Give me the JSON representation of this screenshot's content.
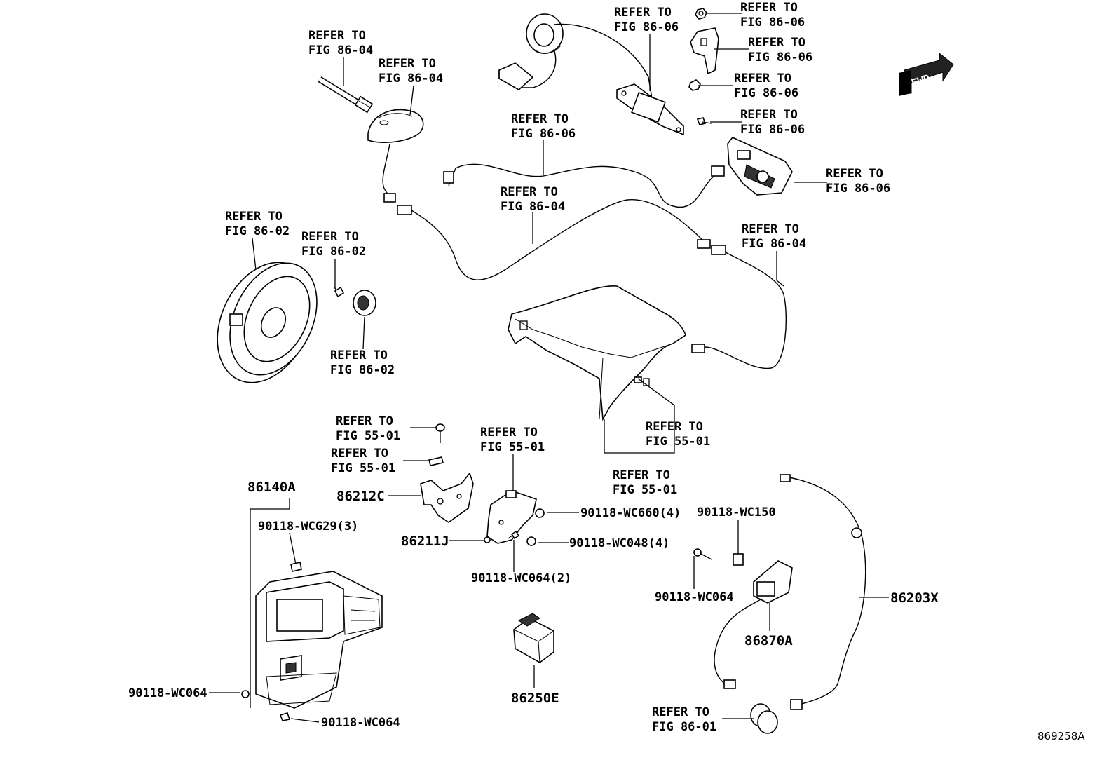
{
  "diagram_id": "869258A",
  "fwd_badge": "FWD",
  "refs": {
    "fig8604a": [
      "REFER TO",
      "FIG 86-04"
    ],
    "fig8604b": [
      "REFER TO",
      "FIG 86-04"
    ],
    "fig8606_mic": [
      "REFER TO",
      "FIG 86-06"
    ],
    "fig8606_nut": [
      "REFER TO",
      "FIG 86-06"
    ],
    "fig8606_brk": [
      "REFER TO",
      "FIG 86-06"
    ],
    "fig8606_clip": [
      "REFER TO",
      "FIG 86-06"
    ],
    "fig8606_bolt": [
      "REFER TO",
      "FIG 86-06"
    ],
    "fig8606_wire": [
      "REFER TO",
      "FIG 86-06"
    ],
    "fig8606_cam": [
      "REFER TO",
      "FIG 86-06"
    ],
    "fig8604_cord": [
      "REFER TO",
      "FIG 86-04"
    ],
    "fig8604_right": [
      "REFER TO",
      "FIG 86-04"
    ],
    "fig8602_spk": [
      "REFER TO",
      "FIG 86-02"
    ],
    "fig8602_scr": [
      "REFER TO",
      "FIG 86-02"
    ],
    "fig8602_tw": [
      "REFER TO",
      "FIG 86-02"
    ],
    "fig5501_a": [
      "REFER TO",
      "FIG 55-01"
    ],
    "fig5501_b": [
      "REFER TO",
      "FIG 55-01"
    ],
    "fig5501_c": [
      "REFER TO",
      "FIG 55-01"
    ],
    "fig5501_d": [
      "REFER TO",
      "FIG 55-01"
    ],
    "fig5501_e": [
      "REFER TO",
      "FIG 55-01"
    ],
    "fig8601": [
      "REFER TO",
      "FIG 86-01"
    ]
  },
  "parts": {
    "p86140A": "86140A",
    "p86212C": "86212C",
    "p86211J": "86211J",
    "p86250E": "86250E",
    "p86870A": "86870A",
    "p86203X": "86203X",
    "wcg29": "90118-WCG29(3)",
    "wc660": "90118-WC660(4)",
    "wc048": "90118-WC048(4)",
    "wc064_2": "90118-WC064(2)",
    "wc150": "90118-WC150",
    "wc064_usb": "90118-WC064",
    "wc064_left": "90118-WC064",
    "wc064_bottom": "90118-WC064"
  }
}
